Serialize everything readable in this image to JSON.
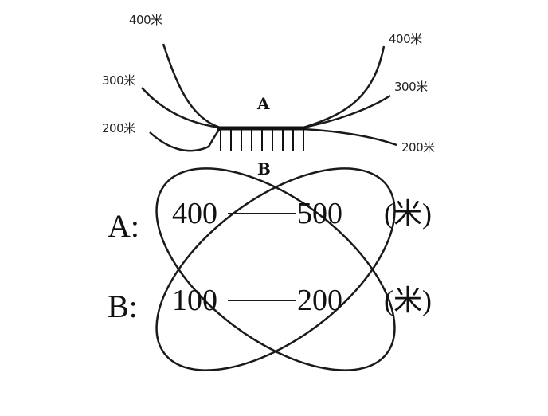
{
  "contours": {
    "left": [
      "400米",
      "300米",
      "200米"
    ],
    "right": [
      "400米",
      "300米",
      "200米"
    ]
  },
  "points": {
    "top": "A",
    "bottom": "B"
  },
  "rows": [
    {
      "label": "A:",
      "low": "400",
      "high": "500",
      "unit": "(米)"
    },
    {
      "label": "B:",
      "low": "100",
      "high": "200",
      "unit": "(米)"
    }
  ]
}
